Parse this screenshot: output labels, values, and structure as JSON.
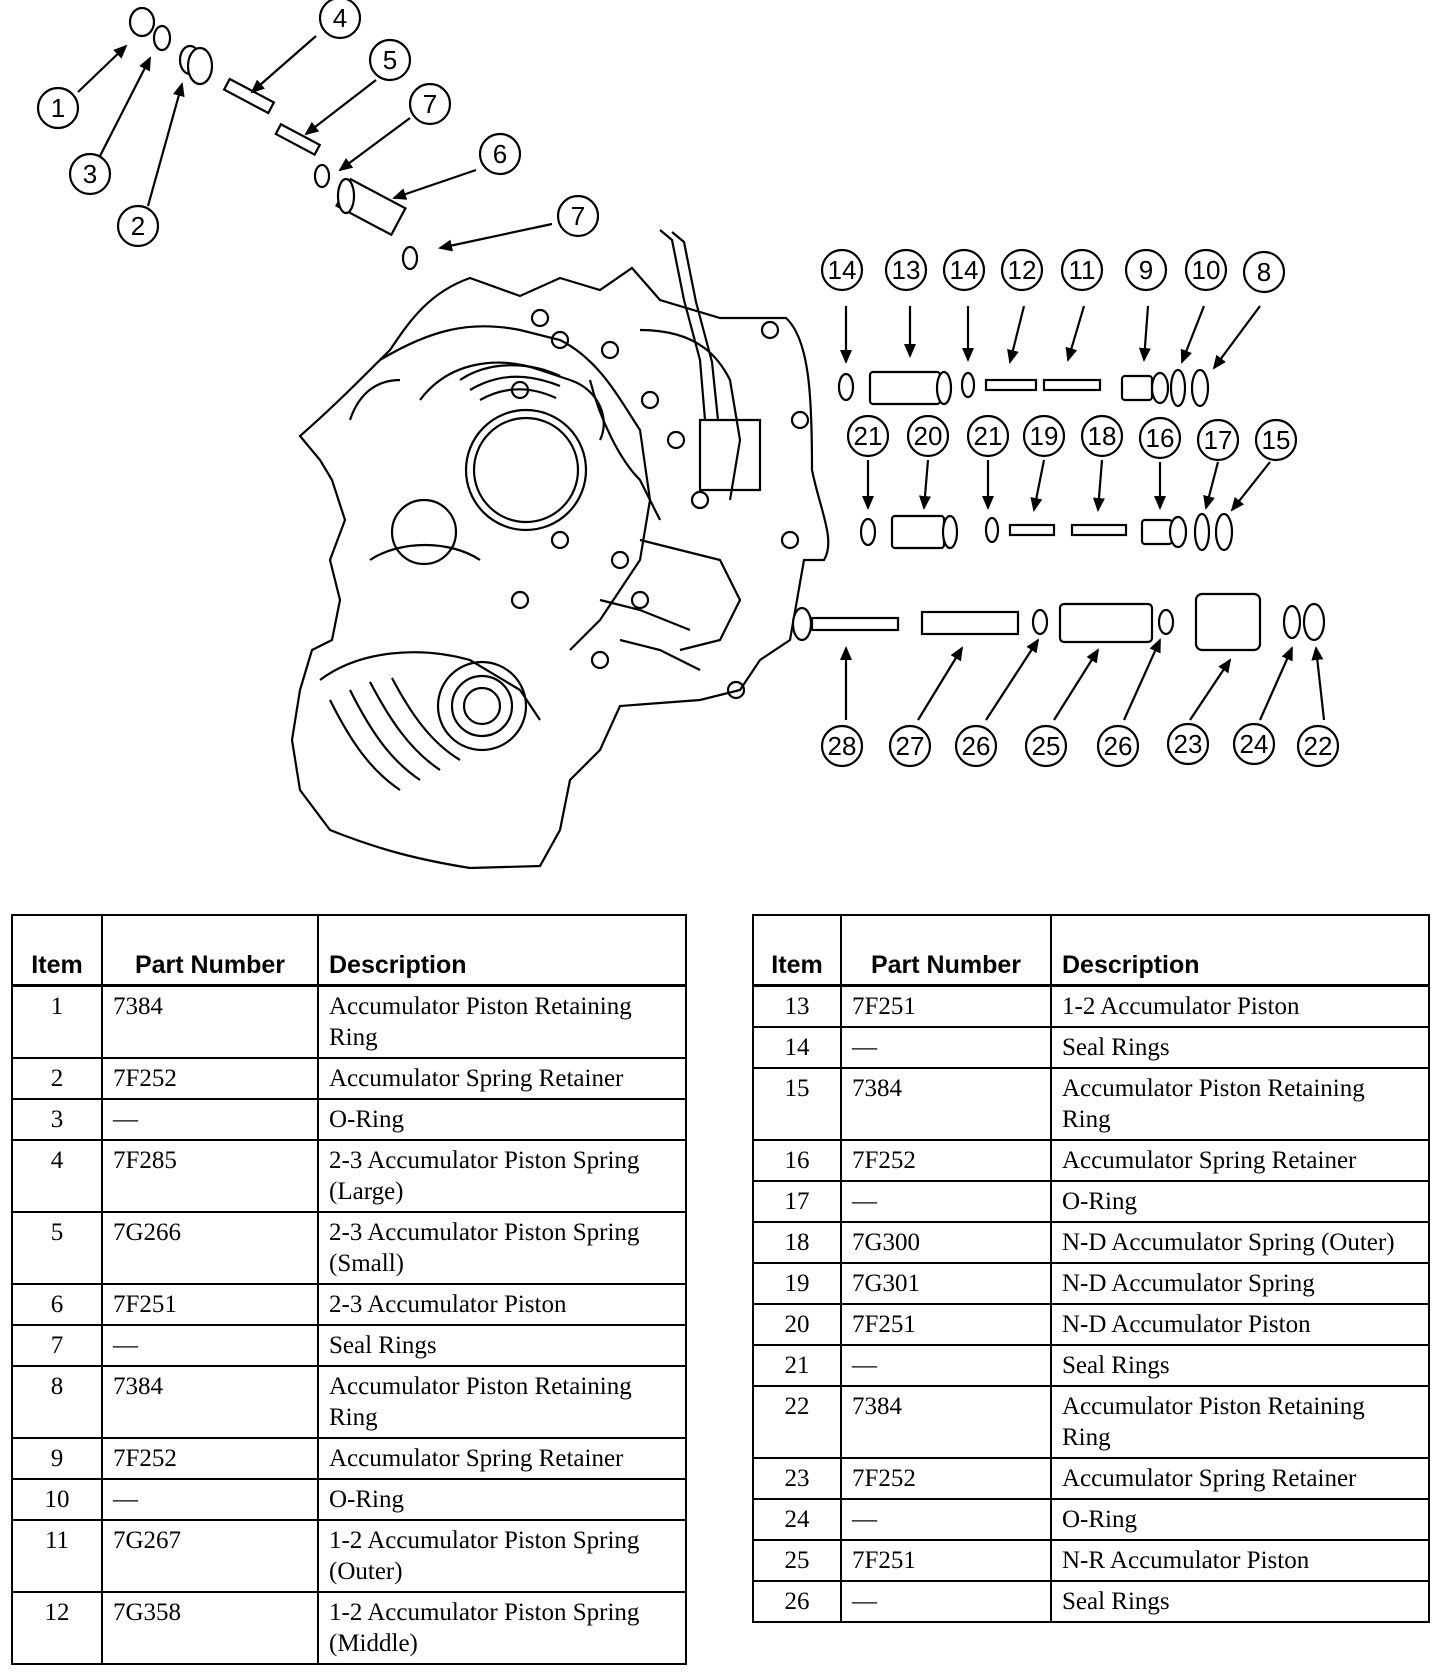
{
  "callouts": [
    "1",
    "2",
    "3",
    "4",
    "5",
    "6",
    "7",
    "8",
    "9",
    "10",
    "11",
    "12",
    "13",
    "14",
    "15",
    "16",
    "17",
    "18",
    "19",
    "20",
    "21",
    "22",
    "23",
    "24",
    "25",
    "26",
    "27",
    "28"
  ],
  "table_headers": {
    "item": "Item",
    "part_number": "Part Number",
    "description": "Description"
  },
  "parts_left": [
    {
      "item": "1",
      "part": "7384",
      "desc": "Accumulator Piston Retaining Ring"
    },
    {
      "item": "2",
      "part": "7F252",
      "desc": "Accumulator Spring Retainer"
    },
    {
      "item": "3",
      "part": "—",
      "desc": "O-Ring"
    },
    {
      "item": "4",
      "part": "7F285",
      "desc": "2-3 Accumulator Piston Spring (Large)"
    },
    {
      "item": "5",
      "part": "7G266",
      "desc": "2-3 Accumulator Piston Spring (Small)"
    },
    {
      "item": "6",
      "part": "7F251",
      "desc": "2-3 Accumulator Piston"
    },
    {
      "item": "7",
      "part": "—",
      "desc": "Seal Rings"
    },
    {
      "item": "8",
      "part": "7384",
      "desc": "Accumulator Piston Retaining Ring"
    },
    {
      "item": "9",
      "part": "7F252",
      "desc": "Accumulator Spring Retainer"
    },
    {
      "item": "10",
      "part": "—",
      "desc": "O-Ring"
    },
    {
      "item": "11",
      "part": "7G267",
      "desc": "1-2 Accumulator Piston Spring (Outer)"
    },
    {
      "item": "12",
      "part": "7G358",
      "desc": "1-2 Accumulator Piston Spring (Middle)"
    }
  ],
  "parts_right": [
    {
      "item": "13",
      "part": "7F251",
      "desc": "1-2 Accumulator Piston"
    },
    {
      "item": "14",
      "part": "—",
      "desc": "Seal Rings"
    },
    {
      "item": "15",
      "part": "7384",
      "desc": "Accumulator Piston Retaining Ring"
    },
    {
      "item": "16",
      "part": "7F252",
      "desc": "Accumulator Spring Retainer"
    },
    {
      "item": "17",
      "part": "—",
      "desc": "O-Ring"
    },
    {
      "item": "18",
      "part": "7G300",
      "desc": "N-D Accumulator Spring (Outer)"
    },
    {
      "item": "19",
      "part": "7G301",
      "desc": "N-D Accumulator Spring"
    },
    {
      "item": "20",
      "part": "7F251",
      "desc": "N-D Accumulator Piston"
    },
    {
      "item": "21",
      "part": "—",
      "desc": "Seal Rings"
    },
    {
      "item": "22",
      "part": "7384",
      "desc": "Accumulator Piston Retaining Ring"
    },
    {
      "item": "23",
      "part": "7F252",
      "desc": "Accumulator Spring Retainer"
    },
    {
      "item": "24",
      "part": "—",
      "desc": "O-Ring"
    },
    {
      "item": "25",
      "part": "7F251",
      "desc": "N-R Accumulator Piston"
    },
    {
      "item": "26",
      "part": "—",
      "desc": "Seal Rings"
    }
  ]
}
